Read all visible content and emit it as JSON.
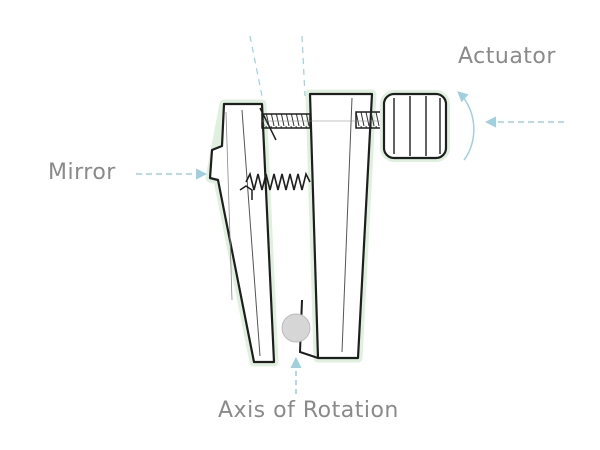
{
  "labels": {
    "actuator": "Actuator",
    "mirror": "Mirror",
    "axis": "Axis of Rotation"
  },
  "colors": {
    "arrow": "#9fd0df",
    "outline": "#1e1e1e",
    "glow": "#dff0df",
    "label_text": "#8a8a8a",
    "pivot": "#d6d6d6"
  }
}
